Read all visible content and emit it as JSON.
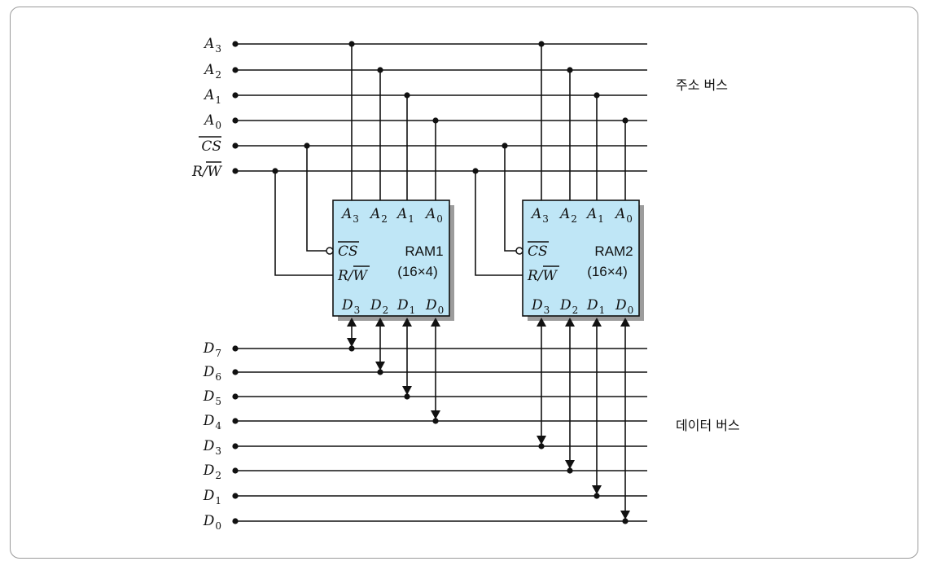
{
  "address_lines": [
    {
      "base": "A",
      "sub": "3"
    },
    {
      "base": "A",
      "sub": "2"
    },
    {
      "base": "A",
      "sub": "1"
    },
    {
      "base": "A",
      "sub": "0"
    }
  ],
  "control_lines": {
    "cs": "CS",
    "rw_r": "R/",
    "rw_w": "W"
  },
  "data_lines": [
    {
      "base": "D",
      "sub": "7"
    },
    {
      "base": "D",
      "sub": "6"
    },
    {
      "base": "D",
      "sub": "5"
    },
    {
      "base": "D",
      "sub": "4"
    },
    {
      "base": "D",
      "sub": "3"
    },
    {
      "base": "D",
      "sub": "2"
    },
    {
      "base": "D",
      "sub": "1"
    },
    {
      "base": "D",
      "sub": "0"
    }
  ],
  "chips": [
    {
      "name": "RAM1",
      "size": "(16×4)"
    },
    {
      "name": "RAM2",
      "size": "(16×4)"
    }
  ],
  "chip_pins": {
    "address": [
      {
        "base": "A",
        "sub": "3"
      },
      {
        "base": "A",
        "sub": "2"
      },
      {
        "base": "A",
        "sub": "1"
      },
      {
        "base": "A",
        "sub": "0"
      }
    ],
    "data": [
      {
        "base": "D",
        "sub": "3"
      },
      {
        "base": "D",
        "sub": "2"
      },
      {
        "base": "D",
        "sub": "1"
      },
      {
        "base": "D",
        "sub": "0"
      }
    ],
    "cs": "CS",
    "rw_r": "R/",
    "rw_w": "W"
  },
  "bus_labels": {
    "address": "주소 버스",
    "data": "데이터 버스"
  }
}
